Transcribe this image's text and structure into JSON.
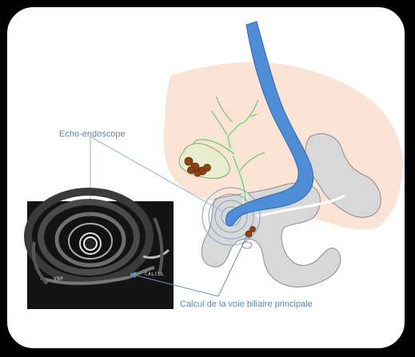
{
  "labels": {
    "endoscope": "Echo-endoscope",
    "stone": "Calcul de la voie biliaire principale"
  },
  "ultrasound": {
    "left_label": "VBP",
    "right_label": "CALCUL"
  },
  "colors": {
    "liver": "#fbe3d6",
    "gallbladder": "#e7eed0",
    "bile_duct": "#e4edd0",
    "stomach_duodenum": "#d8d8d8",
    "endoscope": "#4f8ed6",
    "stones": "#8b4513",
    "label_text": "#5f86b3",
    "ultrasound_rings": "#7ea1c9"
  }
}
